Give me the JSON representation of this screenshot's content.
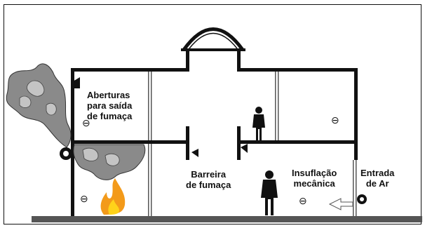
{
  "labels": {
    "openings": "Aberturas\npara saída\nde fumaça",
    "barrier": "Barreira\nde fumaça",
    "insufflation": "Insuflação\nmecânica",
    "air_inlet": "Entrada\nde Ar"
  },
  "pressure_symbol": "⊖",
  "colors": {
    "wall": "#111111",
    "smoke": "#8a8a8a",
    "smoke_light": "#c4c4c4",
    "fire_outer": "#f39a1a",
    "fire_inner": "#ffd21a",
    "ground": "#555555"
  }
}
